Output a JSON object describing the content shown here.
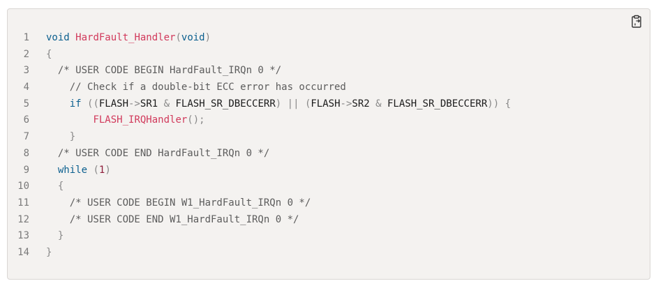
{
  "copy_button": {
    "icon": "clipboard-copy-icon"
  },
  "code": {
    "lines": [
      {
        "num": "1",
        "tokens": [
          {
            "t": "void",
            "c": "kw"
          },
          {
            "t": " ",
            "c": "id"
          },
          {
            "t": "HardFault_Handler",
            "c": "fn"
          },
          {
            "t": "(",
            "c": "pn"
          },
          {
            "t": "void",
            "c": "kw"
          },
          {
            "t": ")",
            "c": "pn"
          }
        ]
      },
      {
        "num": "2",
        "tokens": [
          {
            "t": "{",
            "c": "pn"
          }
        ]
      },
      {
        "num": "3",
        "tokens": [
          {
            "t": "  /* USER CODE BEGIN HardFault_IRQn 0 */",
            "c": "cm"
          }
        ]
      },
      {
        "num": "4",
        "tokens": [
          {
            "t": "    // Check if a double-bit ECC error has occurred",
            "c": "cm"
          }
        ]
      },
      {
        "num": "5",
        "tokens": [
          {
            "t": "    ",
            "c": "id"
          },
          {
            "t": "if",
            "c": "kw"
          },
          {
            "t": " ",
            "c": "id"
          },
          {
            "t": "((",
            "c": "pn"
          },
          {
            "t": "FLASH",
            "c": "id"
          },
          {
            "t": "->",
            "c": "pn"
          },
          {
            "t": "SR1 ",
            "c": "id"
          },
          {
            "t": "&",
            "c": "pn"
          },
          {
            "t": " FLASH_SR_DBECCERR",
            "c": "id"
          },
          {
            "t": ")",
            "c": "pn"
          },
          {
            "t": " ",
            "c": "id"
          },
          {
            "t": "||",
            "c": "pn"
          },
          {
            "t": " ",
            "c": "id"
          },
          {
            "t": "(",
            "c": "pn"
          },
          {
            "t": "FLASH",
            "c": "id"
          },
          {
            "t": "->",
            "c": "pn"
          },
          {
            "t": "SR2 ",
            "c": "id"
          },
          {
            "t": "&",
            "c": "pn"
          },
          {
            "t": " FLASH_SR_DBECCERR",
            "c": "id"
          },
          {
            "t": "))",
            "c": "pn"
          },
          {
            "t": " ",
            "c": "id"
          },
          {
            "t": "{",
            "c": "pn"
          }
        ]
      },
      {
        "num": "6",
        "tokens": [
          {
            "t": "        ",
            "c": "id"
          },
          {
            "t": "FLASH_IRQHandler",
            "c": "fn"
          },
          {
            "t": "();",
            "c": "pn"
          }
        ]
      },
      {
        "num": "7",
        "tokens": [
          {
            "t": "    ",
            "c": "id"
          },
          {
            "t": "}",
            "c": "pn"
          }
        ]
      },
      {
        "num": "8",
        "tokens": [
          {
            "t": "  /* USER CODE END HardFault_IRQn 0 */",
            "c": "cm"
          }
        ]
      },
      {
        "num": "9",
        "tokens": [
          {
            "t": "  ",
            "c": "id"
          },
          {
            "t": "while",
            "c": "kw"
          },
          {
            "t": " ",
            "c": "id"
          },
          {
            "t": "(",
            "c": "pn"
          },
          {
            "t": "1",
            "c": "num"
          },
          {
            "t": ")",
            "c": "pn"
          }
        ]
      },
      {
        "num": "10",
        "tokens": [
          {
            "t": "  ",
            "c": "id"
          },
          {
            "t": "{",
            "c": "pn"
          }
        ]
      },
      {
        "num": "11",
        "tokens": [
          {
            "t": "    /* USER CODE BEGIN W1_HardFault_IRQn 0 */",
            "c": "cm"
          }
        ]
      },
      {
        "num": "12",
        "tokens": [
          {
            "t": "    /* USER CODE END W1_HardFault_IRQn 0 */",
            "c": "cm"
          }
        ]
      },
      {
        "num": "13",
        "tokens": [
          {
            "t": "  ",
            "c": "id"
          },
          {
            "t": "}",
            "c": "pn"
          }
        ]
      },
      {
        "num": "14",
        "tokens": [
          {
            "t": "}",
            "c": "pn"
          }
        ]
      }
    ]
  }
}
